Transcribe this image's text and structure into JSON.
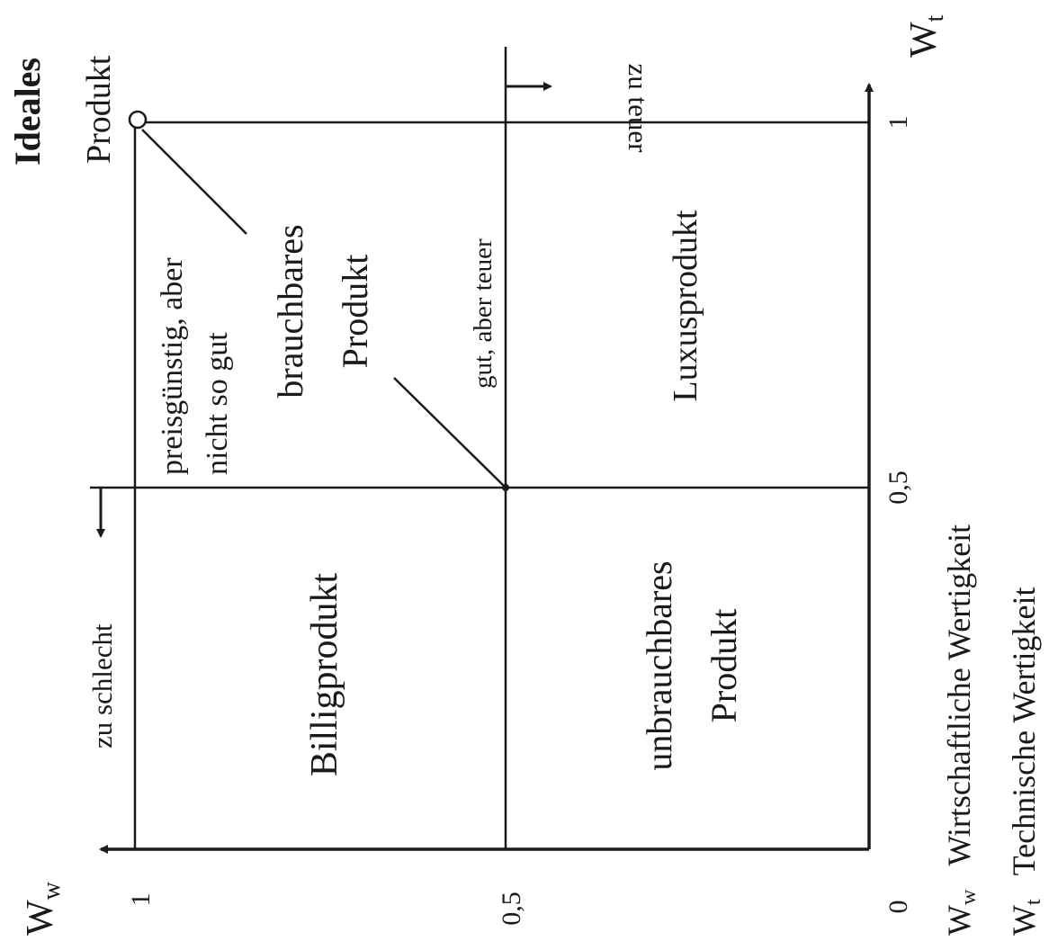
{
  "axes": {
    "ww_label": "W",
    "ww_sub": "w",
    "wt_label": "W",
    "wt_sub": "t",
    "tick_1_left": "1",
    "tick_05_left": "0,5",
    "tick_0": "0",
    "tick_05_bottom": "0,5",
    "tick_1_bottom": "1"
  },
  "markers": {
    "zu_schlecht": "zu schlecht",
    "zu_teuer": "zu teuer"
  },
  "points": {
    "ideales_line1": "Ideales",
    "ideales_line2": "Produkt"
  },
  "regions": {
    "preis_line1": "preisgünstig, aber",
    "preis_line2": "nicht so gut",
    "brauch_line1": "brauchbares",
    "brauch_line2": "Produkt",
    "gut_teuer": "gut, aber teuer",
    "luxus": "Luxusprodukt",
    "billig": "Billigprodukt",
    "unbrauch_line1": "unbrauchbares",
    "unbrauch_line2": "Produkt"
  },
  "legend": {
    "ww_sym": "W",
    "ww_sub": "w",
    "ww_text": "Wirtschaftliche Wertigkeit",
    "wt_sym": "W",
    "wt_sub": "t",
    "wt_text": "Technische Wertigkeit"
  }
}
